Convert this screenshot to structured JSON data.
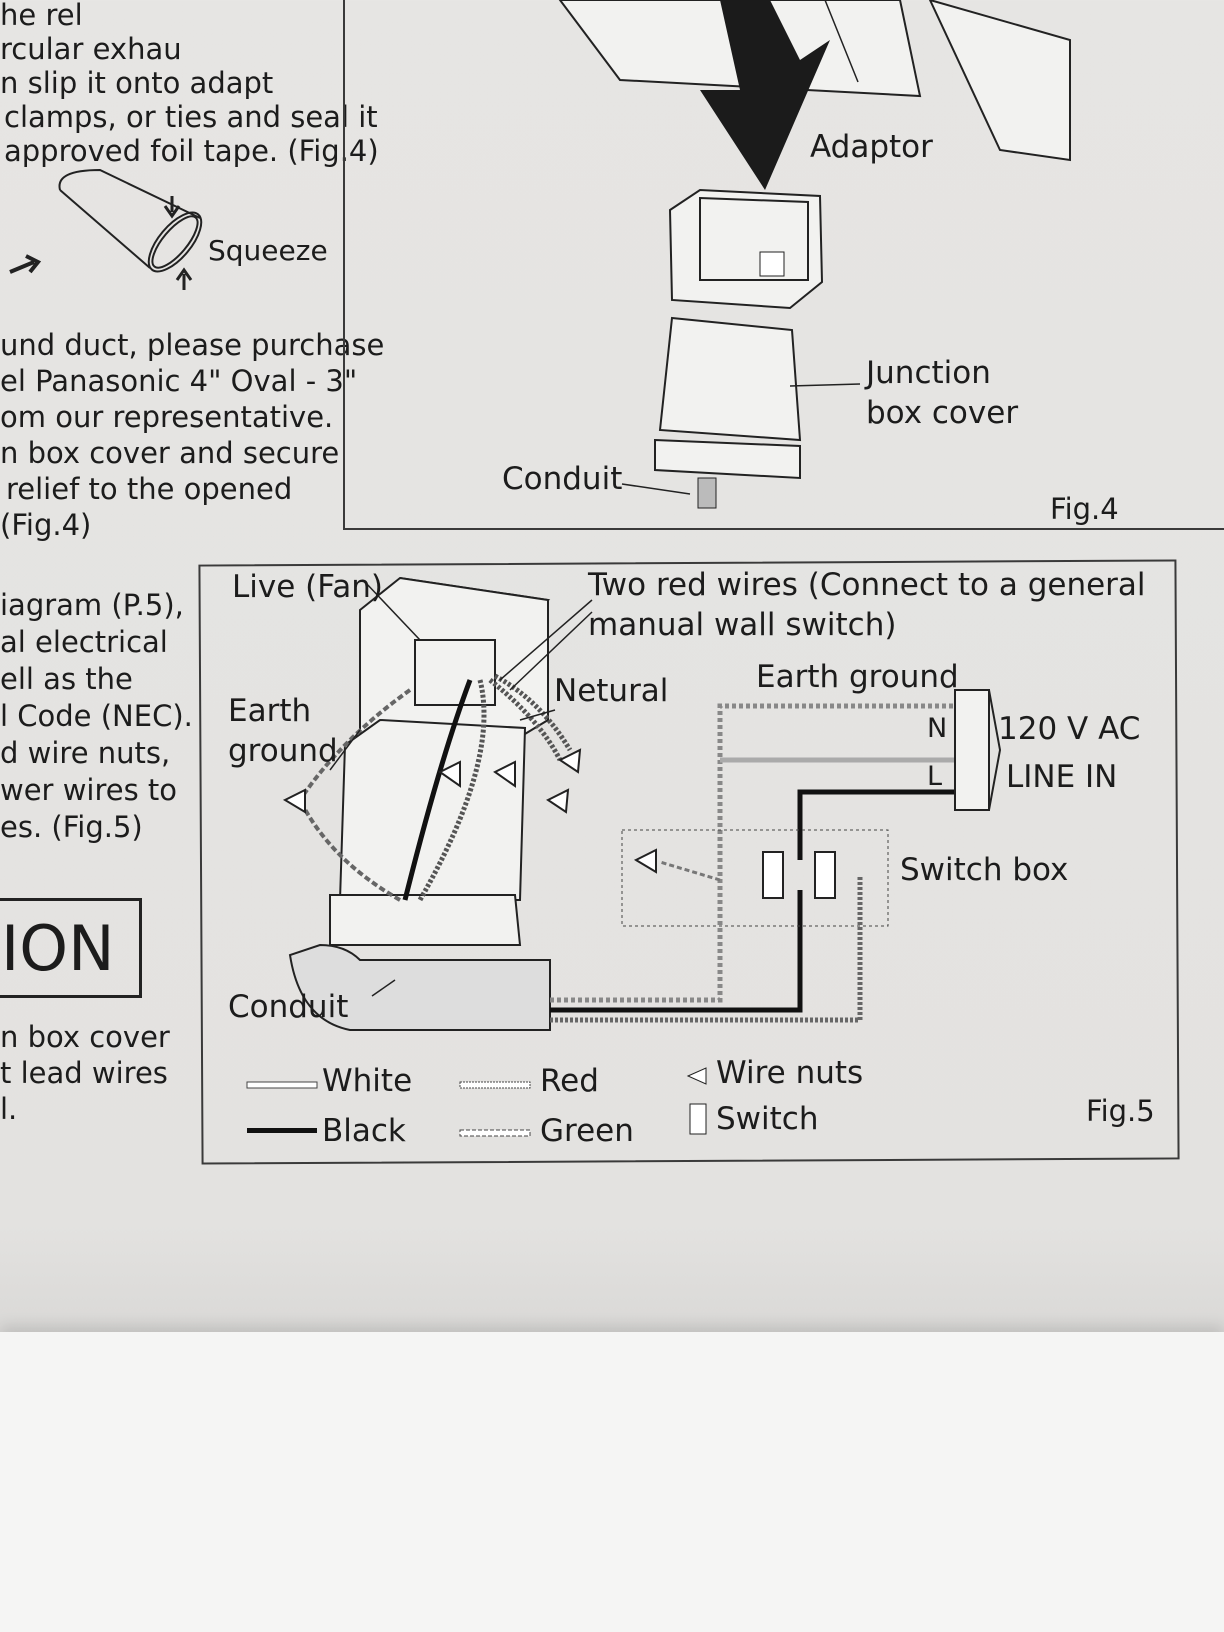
{
  "left_column": {
    "lines_top": [
      "he rel",
      "rcular exhau",
      "n slip it onto adapt",
      "clamps, or ties and seal it",
      "approved foil tape. (Fig.4)"
    ],
    "squeeze_label": "Squeeze",
    "lines_middle": [
      "und duct, please purchase",
      "el Panasonic 4\" Oval - 3\"",
      "om our representative.",
      "n box cover and secure",
      "relief to the opened",
      "(Fig.4)"
    ],
    "lines_lower": [
      "iagram (P.5),",
      "al electrical",
      "ell as the",
      "l Code (NEC).",
      "d wire nuts,",
      "wer wires to",
      "es. (Fig.5)"
    ],
    "heading": "ION",
    "lines_bottom": [
      "n box cover",
      "t lead wires",
      "l."
    ]
  },
  "fig4": {
    "adaptor": "Adaptor",
    "junction_box_cover": [
      "Junction",
      "box cover"
    ],
    "conduit": "Conduit",
    "caption": "Fig.4"
  },
  "fig5": {
    "live_fan": "Live (Fan)",
    "two_red_wires": [
      "Two red wires (Connect to a general",
      "manual wall switch)"
    ],
    "netural": "Netural",
    "earth_ground_top": "Earth ground",
    "earth_ground_left": [
      "Earth",
      "ground"
    ],
    "n": "N",
    "l": "L",
    "line_in": [
      "120 V AC",
      "LINE IN"
    ],
    "switch_box": "Switch box",
    "conduit": "Conduit",
    "legend": {
      "white": "White",
      "black": "Black",
      "red": "Red",
      "green": "Green",
      "wire_nuts": "Wire nuts",
      "switch": "Switch"
    },
    "caption": "Fig.5"
  },
  "colors": {
    "ink": "#1c1c1c",
    "paper": "#e6e5e3"
  }
}
